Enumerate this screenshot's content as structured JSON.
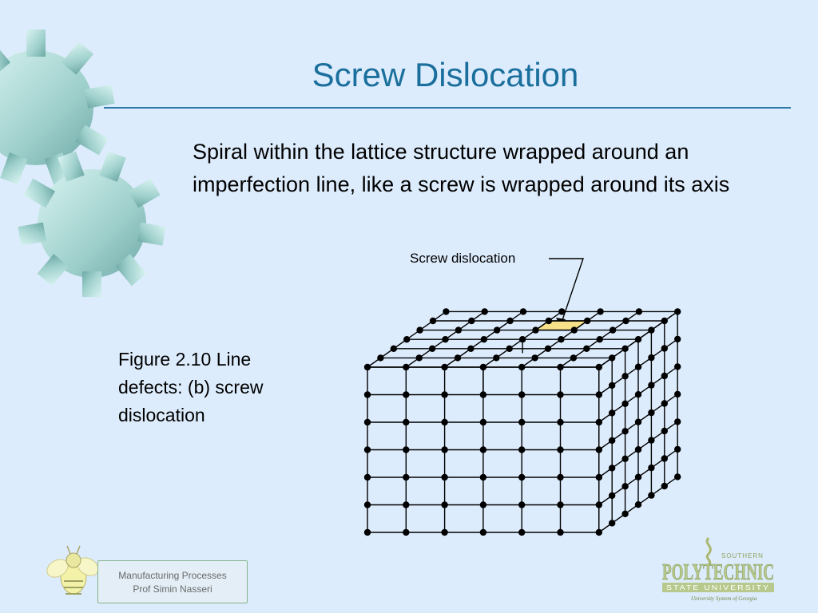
{
  "slide": {
    "title": "Screw Dislocation",
    "body": "Spiral within the lattice structure wrapped around an imperfection line, like a screw is wrapped around its axis",
    "caption": "Figure 2.10  Line defects: (b) screw dislocation",
    "figure_label": "Screw dislocation"
  },
  "footer": {
    "line1": "Manufacturing Processes",
    "line2": "Prof Simin Nasseri"
  },
  "logo": {
    "small_top": "SOUTHERN",
    "main": "POLYTECHNIC",
    "sub": "STATE UNIVERSITY",
    "tagline": "University System of Georgia"
  },
  "colors": {
    "background": "#ddecfc",
    "title": "#1a6f9c",
    "rule": "#2a78a8",
    "gear": "#9fd3d0",
    "highlight": "#f7e28a"
  }
}
